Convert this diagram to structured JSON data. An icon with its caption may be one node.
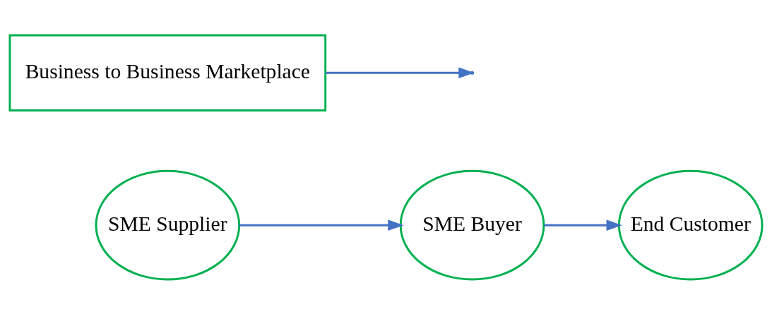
{
  "diagram": {
    "nodes": [
      {
        "text": [
          "SME Supplier"
        ]
      },
      {
        "text": [
          "SME Buyer"
        ]
      },
      {
        "text": [
          "End Customer"
        ]
      },
      {
        "text": [
          "Business to Business Marketplace"
        ]
      }
    ],
    "edges": [
      {
        "from": 0,
        "to": 1,
        "arrow": "to"
      },
      {
        "from": 1,
        "to": 2,
        "arrow": "to"
      },
      {
        "from": 3,
        "to": null,
        "arrow": "to"
      }
    ]
  }
}
